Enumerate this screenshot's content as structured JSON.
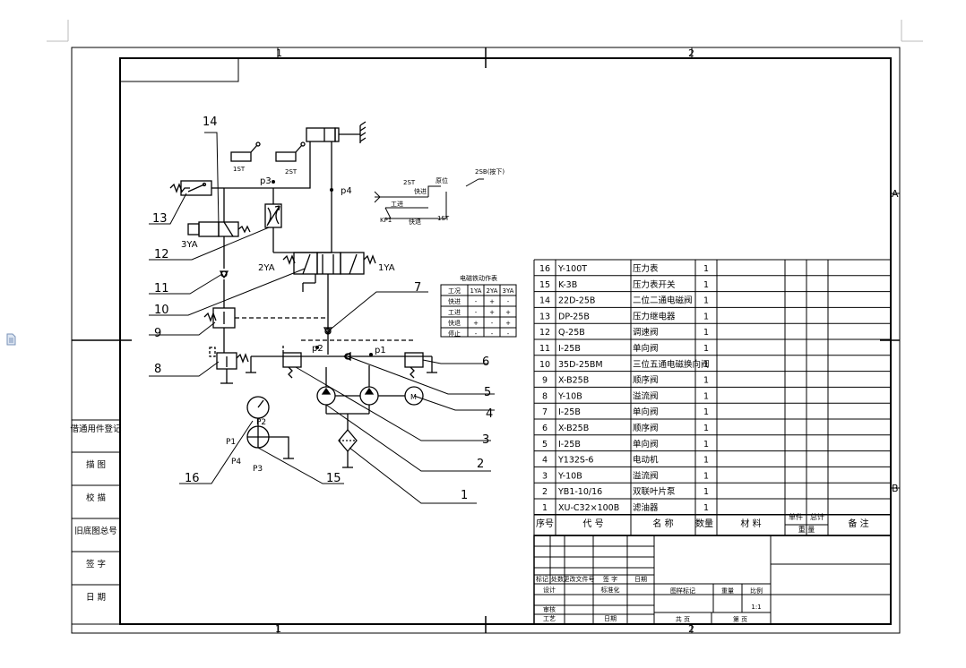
{
  "zones": {
    "top": [
      "1",
      "2"
    ],
    "bottom": [
      "1",
      "2"
    ],
    "right": [
      "A",
      "B"
    ]
  },
  "left_strip": [
    "借通用件登记",
    "描 图",
    "校 描",
    "旧底图总号",
    "签 字",
    "日 期"
  ],
  "circuit": {
    "callouts": [
      "1",
      "2",
      "3",
      "4",
      "5",
      "6",
      "7",
      "8",
      "9",
      "10",
      "11",
      "12",
      "13",
      "14",
      "15",
      "16"
    ],
    "labels": {
      "yv1": "1YA",
      "yv2": "2YA",
      "yv3": "3YA",
      "p1": "p1",
      "p2": "p2",
      "p3": "p3",
      "p4": "p4",
      "st1": "1ST",
      "st2": "2ST",
      "sb2": "2SB(按下)",
      "m1": "M",
      "gauge_p1": "P1",
      "gauge_p2": "P2",
      "gauge_p3": "P3",
      "gauge_p4": "P4"
    }
  },
  "sequence_diagram": {
    "st2": "2ST",
    "st1": "1ST",
    "kp1": "KP1",
    "feed": "工进",
    "fast_in": "快进",
    "fast_back": "快退",
    "stop": "原位"
  },
  "solenoid_table": {
    "title": "电磁铁动作表",
    "headers": [
      "工况",
      "1YA",
      "2YA",
      "3YA"
    ],
    "rows": [
      [
        "快进",
        "-",
        "+",
        "-"
      ],
      [
        "工进",
        "-",
        "+",
        "+"
      ],
      [
        "快退",
        "+",
        "-",
        "+"
      ],
      [
        "停止",
        "-",
        "-",
        "-"
      ]
    ]
  },
  "parts_list": {
    "headers": {
      "no": "序号",
      "code": "代 号",
      "name": "名 称",
      "qty": "数量",
      "material": "材 料",
      "unit_weight": "单件",
      "total_weight": "总计",
      "weight": "重 量",
      "remark": "备 注"
    },
    "rows": [
      {
        "no": "16",
        "code": "Y-100T",
        "name": "压力表",
        "qty": "1"
      },
      {
        "no": "15",
        "code": "K-3B",
        "name": "压力表开关",
        "qty": "1"
      },
      {
        "no": "14",
        "code": "22D-25B",
        "name": "二位二通电磁阀",
        "qty": "1"
      },
      {
        "no": "13",
        "code": "DP-25B",
        "name": "压力继电器",
        "qty": "1"
      },
      {
        "no": "12",
        "code": "Q-25B",
        "name": "调速阀",
        "qty": "1"
      },
      {
        "no": "11",
        "code": "I-25B",
        "name": "单向阀",
        "qty": "1"
      },
      {
        "no": "10",
        "code": "35D-25BM",
        "name": "三位五通电磁换向阀",
        "qty": "1"
      },
      {
        "no": "9",
        "code": "X-B25B",
        "name": "顺序阀",
        "qty": "1"
      },
      {
        "no": "8",
        "code": "Y-10B",
        "name": "溢流阀",
        "qty": "1"
      },
      {
        "no": "7",
        "code": "I-25B",
        "name": "单向阀",
        "qty": "1"
      },
      {
        "no": "6",
        "code": "X-B25B",
        "name": "顺序阀",
        "qty": "1"
      },
      {
        "no": "5",
        "code": "I-25B",
        "name": "单向阀",
        "qty": "1"
      },
      {
        "no": "4",
        "code": "Y132S-6",
        "name": "电动机",
        "qty": "1"
      },
      {
        "no": "3",
        "code": "Y-10B",
        "name": "溢流阀",
        "qty": "1"
      },
      {
        "no": "2",
        "code": "YB1-10/16",
        "name": "双联叶片泵",
        "qty": "1"
      },
      {
        "no": "1",
        "code": "XU-C32×100B",
        "name": "滤油器",
        "qty": "1"
      }
    ]
  },
  "title_block": {
    "rev_headers": [
      "标记",
      "处数",
      "更改文件号",
      "签 字",
      "日期"
    ],
    "design": "设计",
    "standardize": "标准化",
    "review": "审核",
    "process": "工艺",
    "date": "日期",
    "stage_mark": "图样标记",
    "weight": "重量",
    "scale": "比例",
    "scale_value": "1:1",
    "total_sheets": "共 页",
    "sheet_no": "第 页"
  }
}
